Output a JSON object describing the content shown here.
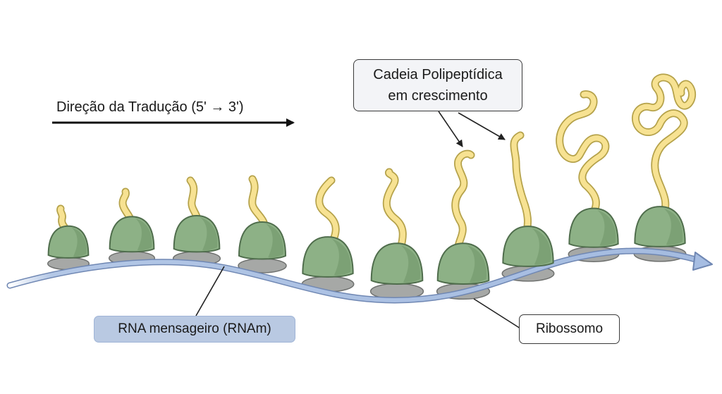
{
  "direction_label": "Direção da Tradução (5' → 3')",
  "chain_label": {
    "line1": "Cadeia Polipeptídica",
    "line2": "em crescimento"
  },
  "mrna_label": "RNA mensageiro (RNAm)",
  "ribosome_label": "Ribossomo",
  "colors": {
    "ribosome_large": "#8db186",
    "ribosome_small": "#a6a8a6",
    "peptide": "#f7e292",
    "mrna": "#a9bfe1",
    "mrna_label_bg": "#b9c9e2"
  }
}
